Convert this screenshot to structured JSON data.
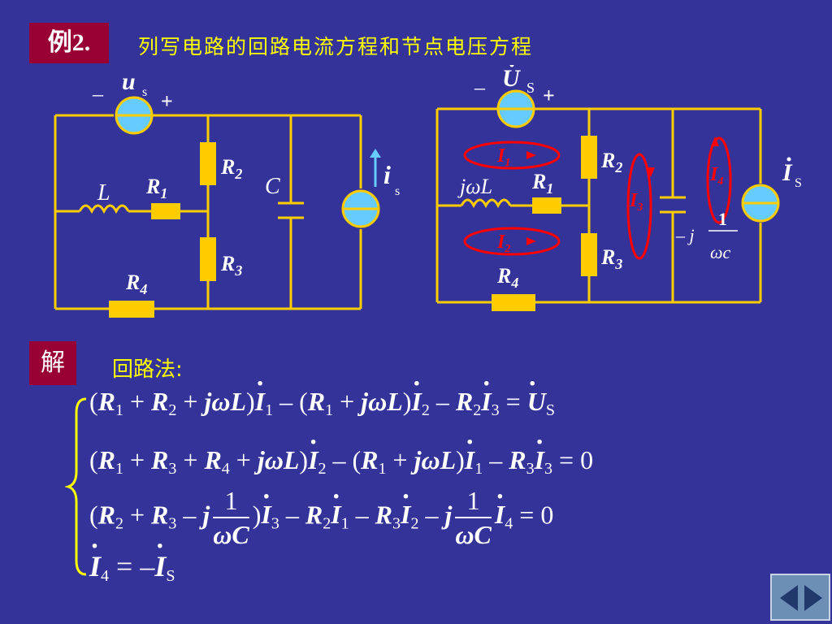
{
  "header": {
    "example_tag": "例2.",
    "title": "列写电路的回路电流方程和节点电压方程"
  },
  "solution": {
    "tag": "解",
    "method": "回路法:"
  },
  "colors": {
    "background": "#333399",
    "wire": "#ffcc00",
    "accent_red": "#990033",
    "loop_red": "#ff0000",
    "source_fill": "#66ccff",
    "text_yellow": "#ffff00"
  },
  "circuit1": {
    "minus": "–",
    "plus": "+",
    "source_u": "u",
    "source_u_sub": "s",
    "L": "L",
    "R1": "R",
    "R1_sub": "1",
    "R2": "R",
    "R2_sub": "2",
    "R3": "R",
    "R3_sub": "3",
    "R4": "R",
    "R4_sub": "4",
    "C": "C",
    "current_i": "i",
    "current_i_sub": "s"
  },
  "circuit2": {
    "minus": "–",
    "plus": "+",
    "source_U": "U",
    "source_U_sub": "S",
    "jwL": "jωL",
    "R1": "R",
    "R1_sub": "1",
    "R2": "R",
    "R2_sub": "2",
    "R3": "R",
    "R3_sub": "3",
    "R4": "R",
    "R4_sub": "4",
    "cap_num": "1",
    "cap_prefix": "– j",
    "cap_den": "ωc",
    "current_I": "I",
    "current_I_sub": "S",
    "loop_labels": [
      "I",
      "I",
      "I",
      "I"
    ],
    "loop_subs": [
      "1",
      "2",
      "3",
      "4"
    ]
  },
  "equations": {
    "eq1": {
      "p1": "(",
      "r1": "R",
      "s1": "1",
      "p2": " + ",
      "r2": "R",
      "s2": "2",
      "p3": " + ",
      "j1": "jωL",
      "p4": ")",
      "i1": "I",
      "is1": "1",
      "p5": " – (",
      "r3": "R",
      "s3": "1",
      "p6": " + ",
      "j2": "jωL",
      "p7": ")",
      "i2": "I",
      "is2": "2",
      "p8": " – ",
      "r4": "R",
      "s4": "2",
      "i3": "I",
      "is3": "3",
      "p9": " = ",
      "u": "U",
      "us": "S"
    },
    "eq2": {
      "p1": "(",
      "r1": "R",
      "s1": "1",
      "p2": " + ",
      "r2": "R",
      "s2": "3",
      "p3": " + ",
      "r3": "R",
      "s3": "4",
      "p4": " + ",
      "j1": "jωL",
      "p5": ")",
      "i1": "I",
      "is1": "2",
      "p6": " – (",
      "r4": "R",
      "s4": "1",
      "p7": " + ",
      "j2": "jωL",
      "p8": ")",
      "i2": "I",
      "is2": "1",
      "p9": " – ",
      "r5": "R",
      "s5": "3",
      "i3": "I",
      "is3": "3",
      "p10": " = 0"
    },
    "eq3": {
      "p1": "(",
      "r1": "R",
      "s1": "2",
      "p2": " + ",
      "r2": "R",
      "s2": "3",
      "p3": " – ",
      "j1": "j",
      "n1": "1",
      "d1": "ωC",
      "p4": ")",
      "i1": "I",
      "is1": "3",
      "p5": " – ",
      "r3": "R",
      "s3": "2",
      "i2": "I",
      "is2": "1",
      "p6": " – ",
      "r4": "R",
      "s4": "3",
      "i3": "I",
      "is3": "2",
      "p7": " – ",
      "j2": "j",
      "n2": "1",
      "d2": "ωC",
      "i4": "I",
      "is4": "4",
      "p8": " = 0"
    },
    "eq4": {
      "i1": "I",
      "is1": "4",
      "p1": " = –",
      "i2": "I",
      "is2": "S"
    }
  }
}
